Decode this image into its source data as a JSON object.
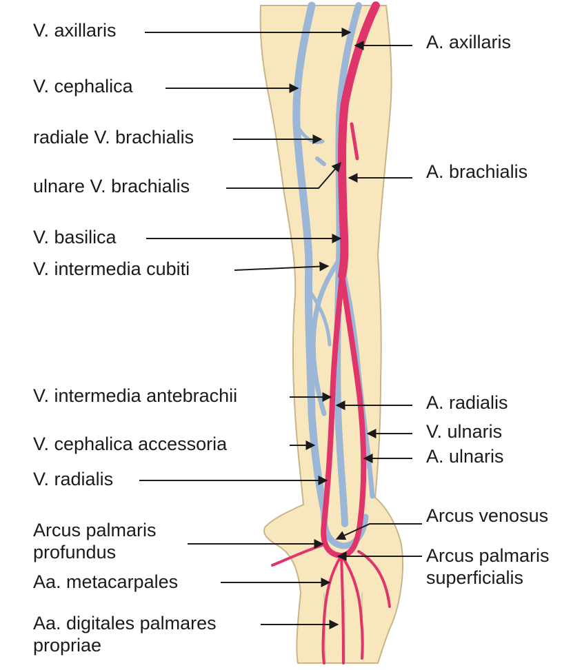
{
  "colors": {
    "skin": "#f8e6bd",
    "skin_outline": "#c8b48a",
    "vein": "#9bb6d6",
    "artery": "#e0356a",
    "leader": "#1a1a1a"
  },
  "labels_left": [
    {
      "id": "v-axillaris",
      "text": "V. axillaris"
    },
    {
      "id": "v-cephalica",
      "text": "V. cephalica"
    },
    {
      "id": "radiale-v-brachialis",
      "text": "radiale V. brachialis"
    },
    {
      "id": "ulnare-v-brachialis",
      "text": "ulnare V. brachialis"
    },
    {
      "id": "v-basilica",
      "text": "V. basilica"
    },
    {
      "id": "v-intermedia-cubiti",
      "text": "V. intermedia cubiti"
    },
    {
      "id": "v-intermedia-antebrachii",
      "text": "V. intermedia antebrachii"
    },
    {
      "id": "v-cephalica-accessoria",
      "text": "V. cephalica accessoria"
    },
    {
      "id": "v-radialis",
      "text": "V. radialis"
    },
    {
      "id": "arcus-palmaris-profundus",
      "line1": "Arcus palmaris",
      "line2": "profundus"
    },
    {
      "id": "aa-metacarpales",
      "text": "Aa. metacarpales"
    },
    {
      "id": "aa-digitales",
      "line1": "Aa. digitales palmares",
      "line2": "propriae"
    }
  ],
  "labels_right": [
    {
      "id": "a-axillaris",
      "text": "A. axillaris"
    },
    {
      "id": "a-brachialis",
      "text": "A. brachialis"
    },
    {
      "id": "a-radialis",
      "text": "A. radialis"
    },
    {
      "id": "v-ulnaris",
      "text": "V. ulnaris"
    },
    {
      "id": "a-ulnaris",
      "text": "A. ulnaris"
    },
    {
      "id": "arcus-venosus",
      "text": "Arcus venosus"
    },
    {
      "id": "arcus-palmaris-superficialis",
      "line1": "Arcus palmaris",
      "line2": "superficialis"
    }
  ]
}
